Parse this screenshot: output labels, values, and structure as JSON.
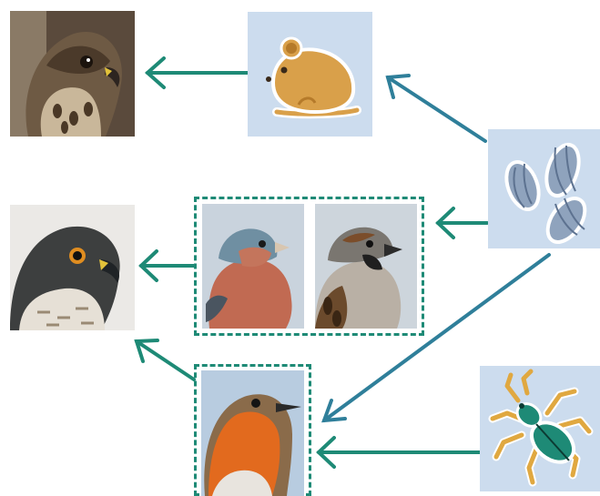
{
  "diagram": {
    "nodes": [
      {
        "id": "merlin",
        "icon": "merlin-falcon-photo"
      },
      {
        "id": "mouse",
        "icon": "mouse-icon"
      },
      {
        "id": "seeds",
        "icon": "seeds-icon"
      },
      {
        "id": "sparrowhawk",
        "icon": "sparrowhawk-photo"
      },
      {
        "id": "chaffinch",
        "icon": "chaffinch-photo"
      },
      {
        "id": "sparrow",
        "icon": "house-sparrow-photo"
      },
      {
        "id": "robin",
        "icon": "robin-photo"
      },
      {
        "id": "beetle",
        "icon": "beetle-icon"
      }
    ],
    "edges": [
      {
        "from": "mouse",
        "to": "merlin"
      },
      {
        "from": "seeds",
        "to": "mouse"
      },
      {
        "from": "seeds",
        "to": "seed-eating-birds"
      },
      {
        "from": "seeds",
        "to": "robin"
      },
      {
        "from": "beetle",
        "to": "robin"
      },
      {
        "from": "seed-eating-birds",
        "to": "sparrowhawk"
      },
      {
        "from": "robin",
        "to": "sparrowhawk"
      }
    ],
    "colors": {
      "arrow_green": "#1e8a76",
      "arrow_blue": "#2f7f9a",
      "tile_bg": "#ccdcee",
      "mouse_fur": "#d9a04a",
      "seed_fill": "#8fa3bd",
      "beetle_body": "#1e8a76",
      "beetle_legs": "#e0a840"
    }
  }
}
